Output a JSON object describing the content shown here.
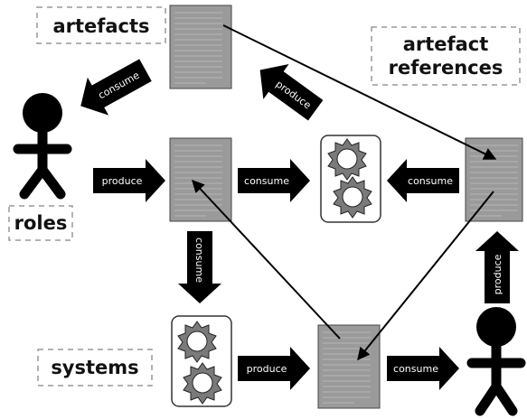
{
  "labels": {
    "artefacts": "artefacts",
    "artefact_references_line1": "artefact",
    "artefact_references_line2": "references",
    "roles": "roles",
    "systems": "systems"
  },
  "arrows": {
    "consume_top_left": "consume",
    "produce_top": "produce",
    "produce_mid_left": "produce",
    "consume_mid": "consume",
    "consume_mid_right": "consume",
    "consume_down": "consume",
    "produce_up_right": "produce",
    "produce_bottom": "produce",
    "consume_bottom_right": "consume"
  },
  "colors": {
    "document_fill": "#9a9a9a",
    "arrow_fill": "#000000",
    "arrow_text": "#ffffff",
    "gear_fill": "#7a7a7a",
    "label_border": "#999999"
  }
}
